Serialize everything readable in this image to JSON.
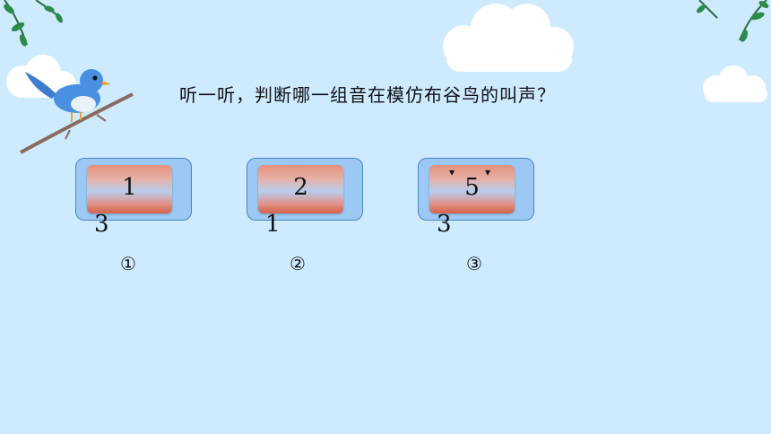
{
  "question": "听一听，判断哪一组音在模仿布谷鸟的叫声？",
  "options": [
    {
      "top": "1",
      "bottom": "3",
      "label": "①"
    },
    {
      "top": "2",
      "bottom": "1",
      "label": "②"
    },
    {
      "top": "5",
      "bottom": "3",
      "label": "③",
      "dots": [
        "▾",
        "▾"
      ]
    }
  ],
  "colors": {
    "background": "#cdeaff",
    "option_border": "#4a83c9",
    "option_fill": "#9cc9f4"
  }
}
